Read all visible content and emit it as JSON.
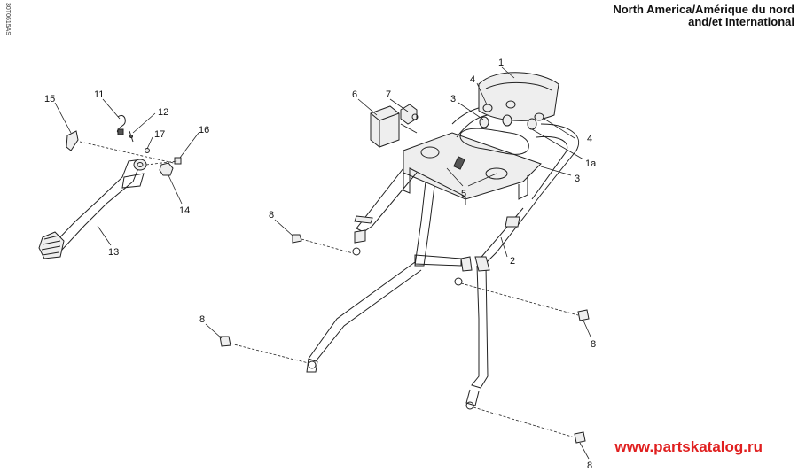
{
  "header": {
    "line1": "North America/Amérique du nord",
    "line2": "and/et International"
  },
  "side_code": "30T0615AS",
  "watermark": "www.partskatalog.ru",
  "callouts": {
    "c1": "1",
    "c1a": "1a",
    "c2": "2",
    "c3a": "3",
    "c3b": "3",
    "c4a": "4",
    "c4b": "4",
    "c5": "5",
    "c6": "6",
    "c7": "7",
    "c8a": "8",
    "c8b": "8",
    "c8c": "8",
    "c8d": "8",
    "c11": "11",
    "c12": "12",
    "c13": "13",
    "c14": "14",
    "c15": "15",
    "c16": "16",
    "c17": "17"
  }
}
